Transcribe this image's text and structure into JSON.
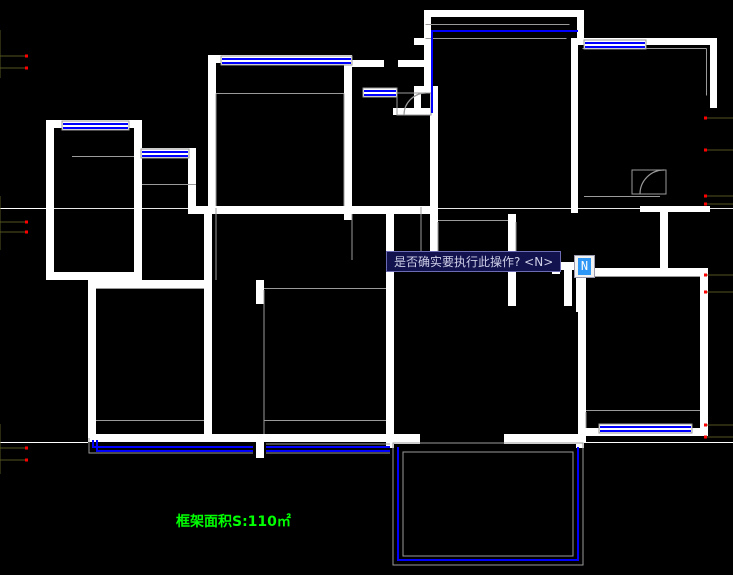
{
  "app": {
    "title": "AutoCAD Drawing Area",
    "background_color": "#000000"
  },
  "colors": {
    "wall": "#ffffff",
    "window_glass": "#0000ff",
    "window_frame": "#808080",
    "furniture_line": "#808080",
    "dimension_line": "#55551f",
    "dimension_tick": "#ff0000",
    "area_text": "#00ff00",
    "tooltip_bg": "#12124e",
    "tooltip_border": "#6b6bb4",
    "tooltip_text": "#cfcfe8",
    "input_highlight": "#2f97f5"
  },
  "prompt": {
    "name": "command-prompt-tooltip",
    "text": "是否确实要执行此操作? <N>"
  },
  "dynamic_input": {
    "name": "dynamic-input-box",
    "value": "N",
    "placeholder": "N"
  },
  "annotation": {
    "area_label": "框架面积S:110㎡",
    "area_value": "110",
    "area_unit": "㎡",
    "area_prefix": "框架面积S:"
  },
  "drawing": {
    "type": "architectural-floor-plan",
    "units": "mm",
    "layers": [
      "walls",
      "windows",
      "doors",
      "furniture",
      "dimensions",
      "text"
    ],
    "rooms_count": 8,
    "windows_count": 8,
    "doors_count": 4
  }
}
